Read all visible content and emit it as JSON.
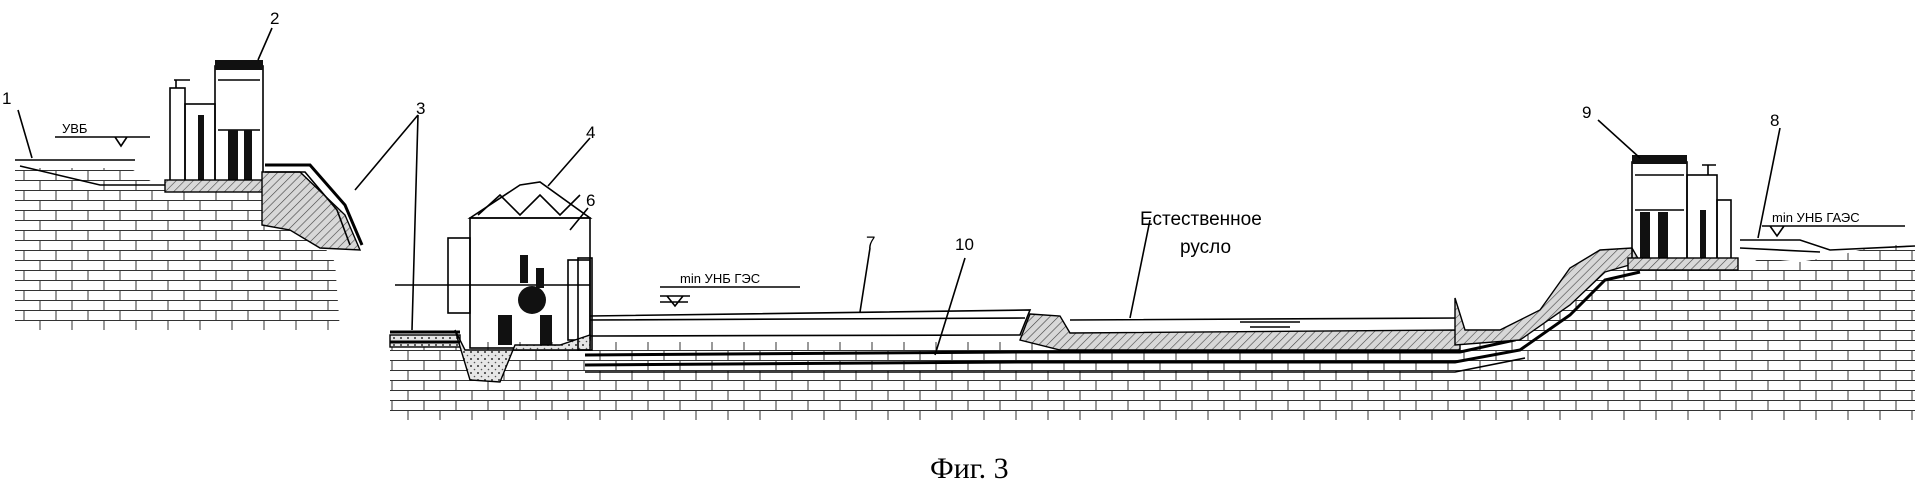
{
  "figure": {
    "caption": "Фиг. 3",
    "numbers": [
      "1",
      "2",
      "3",
      "4",
      "6",
      "7",
      "10",
      "9",
      "8"
    ],
    "water_labels": {
      "upper": "УВБ",
      "lower_ges": "min  УНБ  ГЭС",
      "lower_gaes": "min  УНБ  ГАЭС"
    },
    "riverbed_label": [
      "Естественное",
      "русло"
    ]
  }
}
